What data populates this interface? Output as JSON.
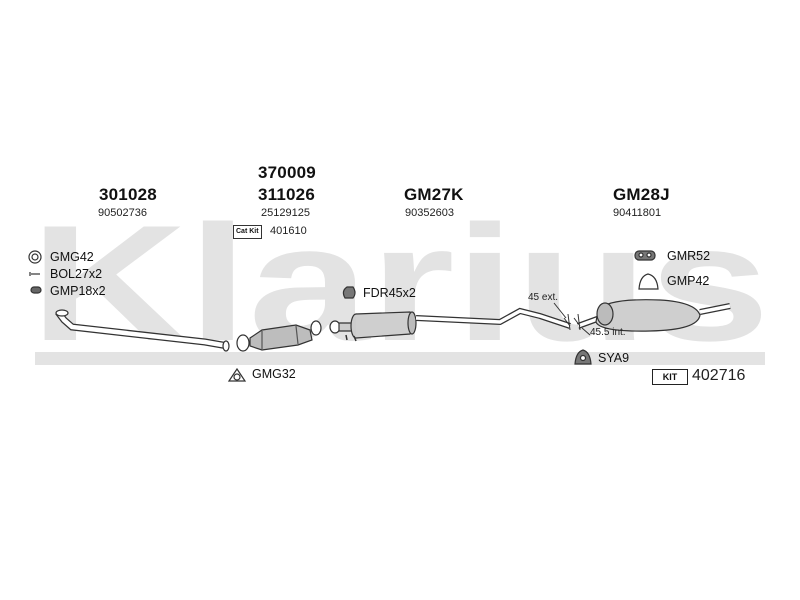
{
  "watermark": "Klarius",
  "groups": [
    {
      "part": "301028",
      "oe": "90502736"
    },
    {
      "part_top": "370009",
      "part": "311026",
      "oe": "25129125"
    },
    {
      "part": "GM27K",
      "oe": "90352603"
    },
    {
      "part": "GM28J",
      "oe": "90411801"
    }
  ],
  "cat_kit": {
    "badge": "Cat Kit",
    "number": "401610"
  },
  "accessories": {
    "gmg42": "GMG42",
    "bol27x2": "BOL27x2",
    "gmp18x2": "GMP18x2",
    "gmg32": "GMG32",
    "fdr45x2": "FDR45x2",
    "gmr52": "GMR52",
    "gmp42": "GMP42",
    "sya9": "SYA9"
  },
  "dimensions": {
    "ext": "45 ext.",
    "int": "45.5 int."
  },
  "kit": {
    "badge": "KIT",
    "number": "402716"
  },
  "colors": {
    "watermark": "#e3e3e3",
    "line": "#333333",
    "part_fill": "#bdbdbd"
  }
}
